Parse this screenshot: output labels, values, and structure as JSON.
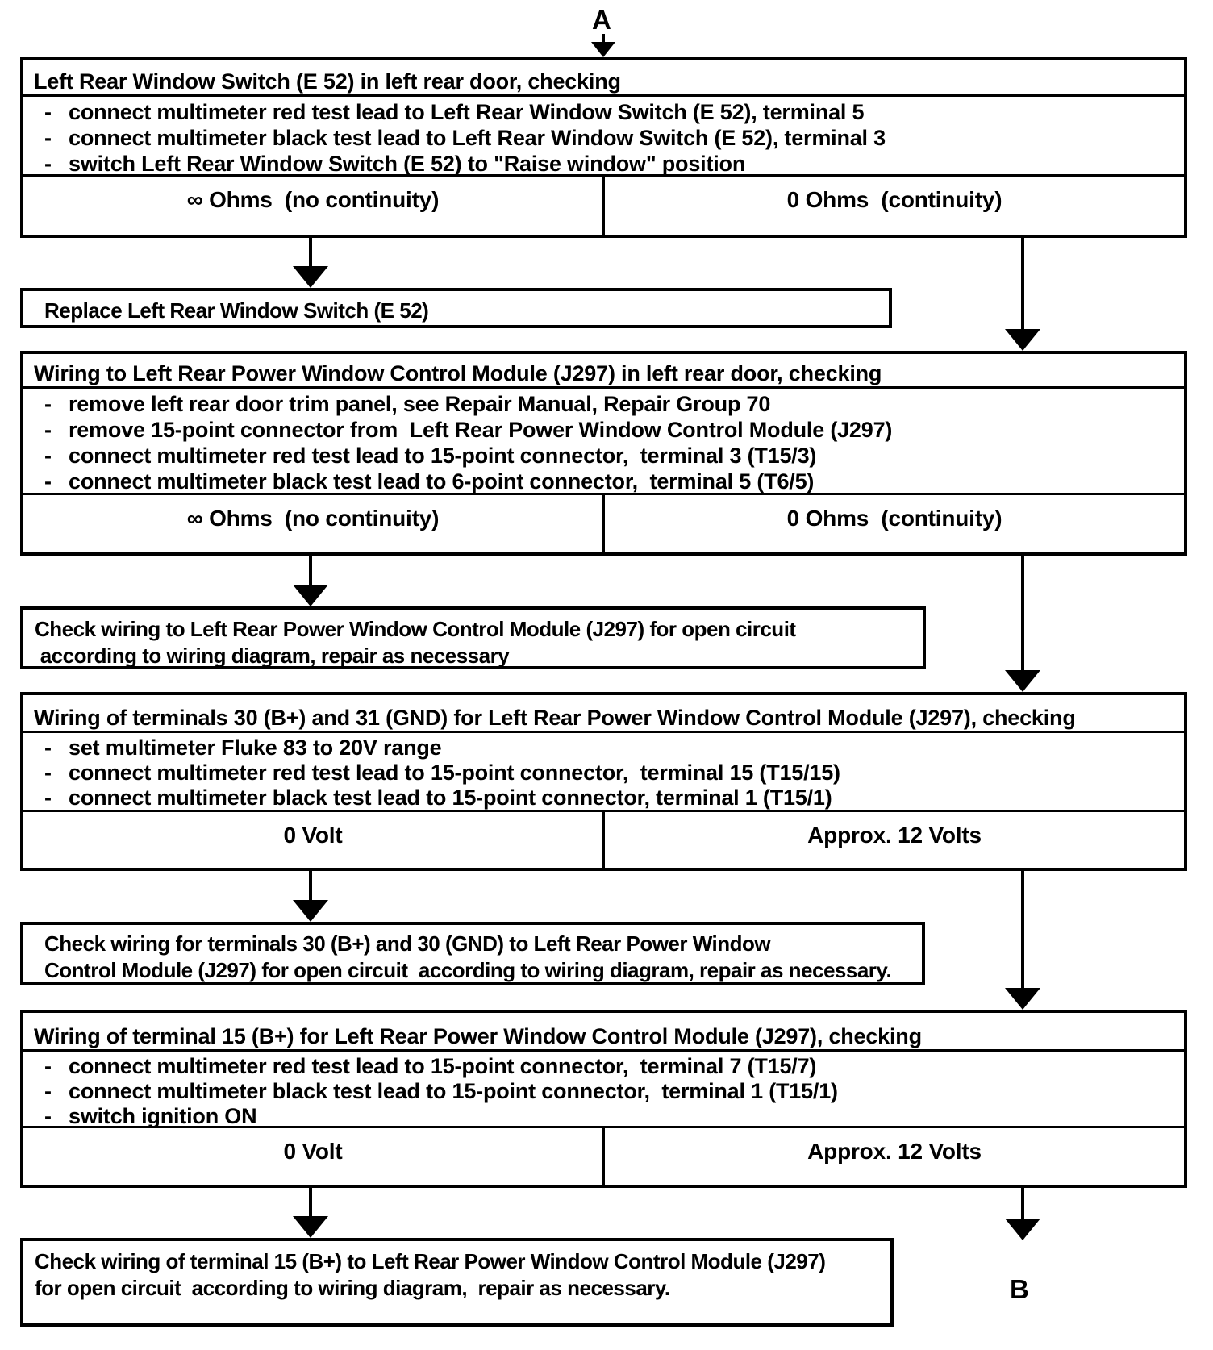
{
  "connectors": {
    "top": "A",
    "bottom": "B"
  },
  "glyphs": {
    "dash": "-"
  },
  "check_blocks": [
    {
      "title": "Left Rear Window Switch (E 52) in left rear door, checking",
      "steps": [
        "connect multimeter red test lead to Left Rear Window Switch (E 52), terminal 5",
        "connect multimeter black test lead to Left Rear Window Switch (E 52), terminal 3",
        "switch Left Rear Window Switch (E 52) to \"Raise window\" position"
      ],
      "result_left": "∞ Ohms  (no continuity)",
      "result_right": "0 Ohms  (continuity)"
    },
    {
      "title": "Wiring to Left Rear Power Window Control Module (J297) in left rear door, checking",
      "steps": [
        "remove left rear door trim panel, see Repair Manual, Repair Group 70",
        "remove 15-point connector from  Left Rear Power Window Control Module (J297)",
        "connect multimeter red test lead to 15-point connector,  terminal 3 (T15/3)",
        "connect multimeter black test lead to 6-point connector,  terminal 5 (T6/5)"
      ],
      "result_left": "∞ Ohms  (no continuity)",
      "result_right": "0 Ohms  (continuity)"
    },
    {
      "title": "Wiring of terminals 30 (B+) and 31 (GND) for Left Rear Power Window Control Module (J297), checking",
      "steps": [
        "set multimeter Fluke 83 to 20V range",
        "connect multimeter red test lead to 15-point connector,  terminal 15 (T15/15)",
        "connect multimeter black test lead to 15-point connector, terminal 1 (T15/1)"
      ],
      "result_left": "0 Volt",
      "result_right": "Approx. 12 Volts"
    },
    {
      "title": "Wiring of terminal 15 (B+) for Left Rear Power Window Control Module (J297), checking",
      "steps": [
        "connect multimeter red test lead to 15-point connector,  terminal 7 (T15/7)",
        "connect multimeter black test lead to 15-point connector,  terminal 1 (T15/1)",
        "switch ignition ON"
      ],
      "result_left": "0 Volt",
      "result_right": "Approx. 12 Volts"
    }
  ],
  "outcomes": [
    {
      "lines": [
        "Replace Left Rear Window Switch (E 52)"
      ]
    },
    {
      "lines": [
        "Check wiring to Left Rear Power Window Control Module (J297) for open circuit",
        " according to wiring diagram, repair as necessary"
      ]
    },
    {
      "lines": [
        "Check wiring for terminals 30 (B+) and 30 (GND) to Left Rear Power Window",
        "Control Module (J297) for open circuit  according to wiring diagram, repair as necessary."
      ]
    },
    {
      "lines": [
        "Check wiring of terminal 15 (B+) to Left Rear Power Window Control Module (J297)",
        "for open circuit  according to wiring diagram,  repair as necessary."
      ]
    }
  ]
}
